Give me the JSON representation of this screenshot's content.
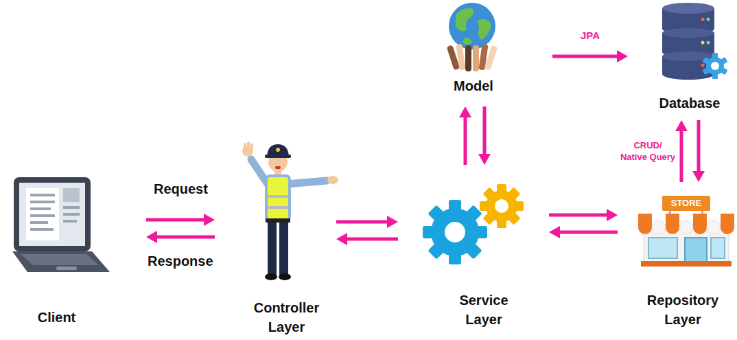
{
  "diagram": {
    "nodes": [
      {
        "text": [
          "Model"
        ]
      },
      {
        "text": [
          "Database"
        ]
      },
      {
        "text": [
          "Client"
        ]
      },
      {
        "text": [
          "Controller Layer"
        ]
      },
      {
        "text": [
          "Service Layer"
        ]
      },
      {
        "text": [
          "Repository Layer"
        ]
      }
    ],
    "edges": [
      {
        "from": 2,
        "to": 3,
        "label": "Request",
        "arrow": "to"
      },
      {
        "from": 3,
        "to": 2,
        "label": "Response",
        "arrow": "to"
      },
      {
        "from": 3,
        "to": 4,
        "arrow": "to"
      },
      {
        "from": 4,
        "to": 3,
        "arrow": "to"
      },
      {
        "from": 4,
        "to": 5,
        "arrow": "to"
      },
      {
        "from": 5,
        "to": 4,
        "arrow": "to"
      },
      {
        "from": 4,
        "to": 0,
        "arrow": "to"
      },
      {
        "from": 0,
        "to": 4,
        "arrow": "to"
      },
      {
        "from": 0,
        "to": 1,
        "label": "JPA",
        "arrow": "to"
      },
      {
        "from": 5,
        "to": 1,
        "label": "CRUD/ Native Query",
        "arrow": "to"
      },
      {
        "from": 1,
        "to": 5,
        "arrow": "to"
      }
    ],
    "labels": [
      "STORE"
    ]
  }
}
